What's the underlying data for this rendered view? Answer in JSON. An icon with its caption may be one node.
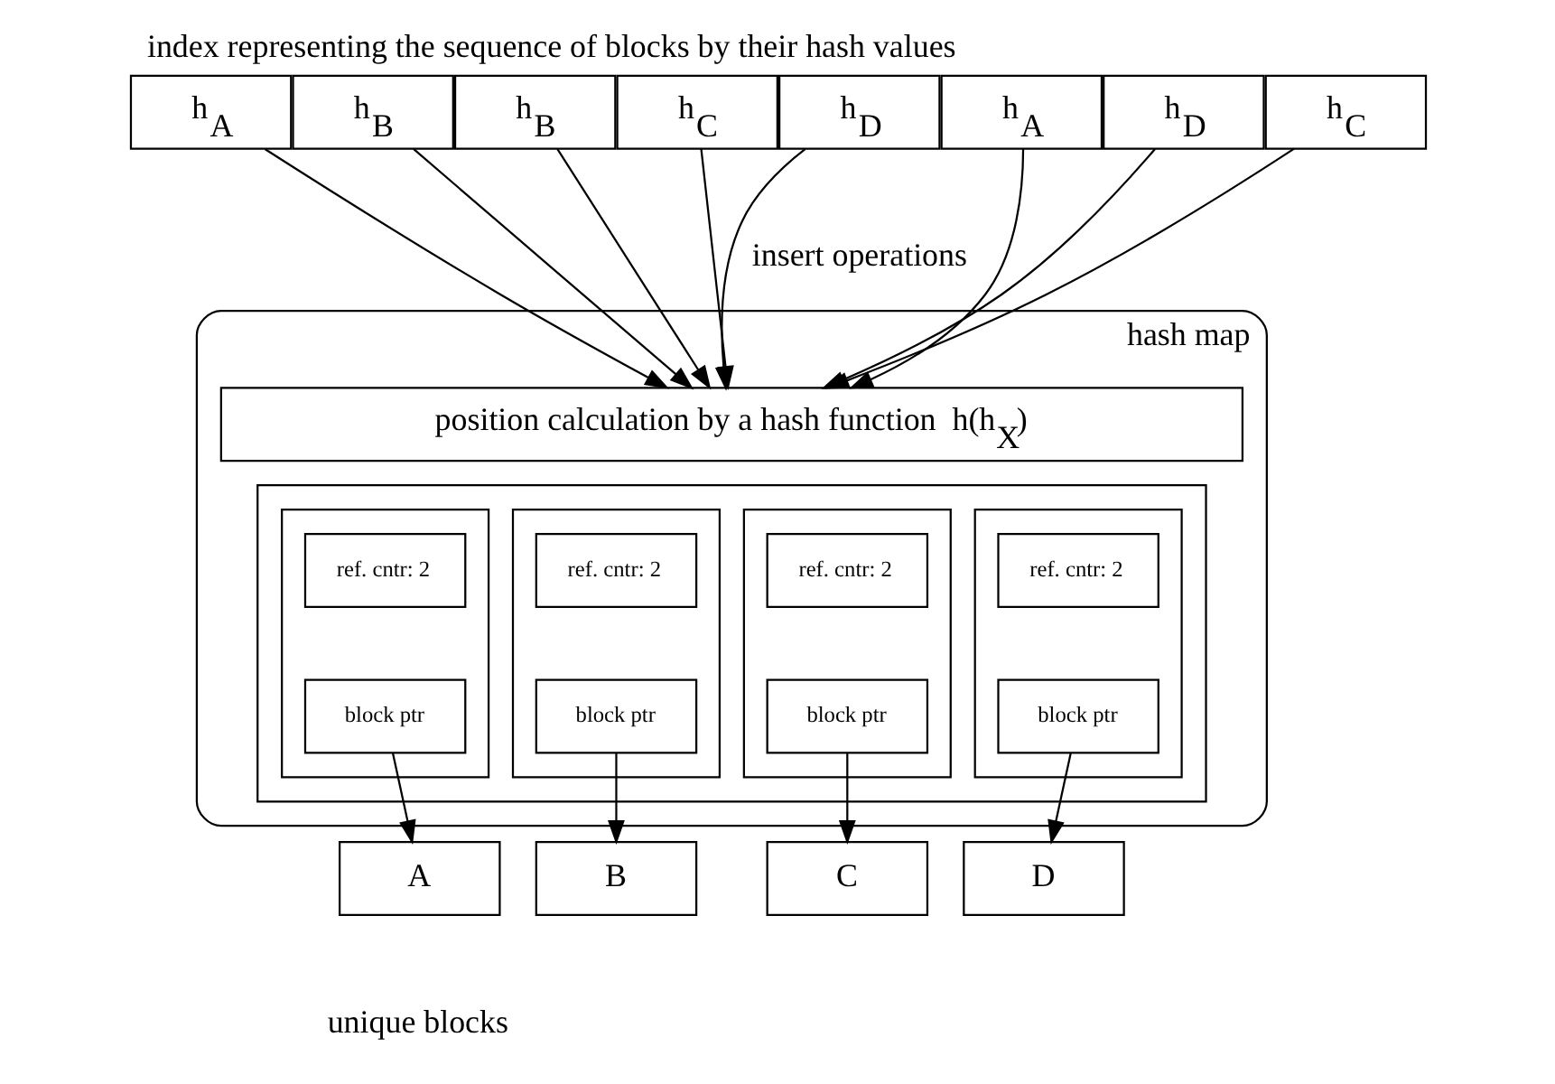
{
  "diagram": {
    "title": "index representing the sequence of blocks by their hash values",
    "nodes": [
      {
        "text": [
          "h$_{A}$"
        ]
      },
      {
        "text": [
          "h$_{B}$"
        ]
      },
      {
        "text": [
          "h$_{B}$"
        ]
      },
      {
        "text": [
          "h$_{C}$"
        ]
      },
      {
        "text": [
          "h$_{D}$"
        ]
      },
      {
        "text": [
          "h$_{A}$"
        ]
      },
      {
        "text": [
          "h$_{D}$"
        ]
      },
      {
        "text": [
          "h$_{C}$"
        ]
      },
      {
        "text": [
          "hash map"
        ]
      },
      {
        "text": [
          "position calculation by a hash function  h(h$_{X}$)"
        ],
        "in": 8
      },
      {
        "text": [],
        "shape": "box",
        "in": 8
      },
      {
        "text": [],
        "shape": "box",
        "in": 10
      },
      {
        "text": [
          "ref. cntr: 2"
        ],
        "in": 11
      },
      {
        "text": [
          "block ptr"
        ],
        "in": 11
      },
      {
        "text": [],
        "shape": "box",
        "in": 10
      },
      {
        "text": [
          "ref. cntr: 2"
        ],
        "in": 14
      },
      {
        "text": [
          "block ptr"
        ],
        "in": 14
      },
      {
        "text": [],
        "shape": "box",
        "in": 10
      },
      {
        "text": [
          "ref. cntr: 2"
        ],
        "in": 17
      },
      {
        "text": [
          "block ptr"
        ],
        "in": 17
      },
      {
        "text": [],
        "shape": "box",
        "in": 10
      },
      {
        "text": [
          "ref. cntr: 2"
        ],
        "in": 20
      },
      {
        "text": [
          "block ptr"
        ],
        "in": 20
      },
      {
        "text": [
          "A"
        ]
      },
      {
        "text": [
          "B"
        ]
      },
      {
        "text": [
          "C"
        ]
      },
      {
        "text": [
          "D"
        ]
      }
    ],
    "edges": [
      {
        "from": 0,
        "to": 9,
        "arrow": "to"
      },
      {
        "from": 1,
        "to": 9,
        "arrow": "to"
      },
      {
        "from": 2,
        "to": 9,
        "arrow": "to"
      },
      {
        "from": 3,
        "to": 9,
        "arrow": "to"
      },
      {
        "from": 4,
        "to": 9,
        "arrow": "to"
      },
      {
        "from": 5,
        "to": 9,
        "arrow": "to"
      },
      {
        "from": 6,
        "to": 9,
        "arrow": "to"
      },
      {
        "from": 7,
        "to": 9,
        "arrow": "to"
      },
      {
        "from": 13,
        "to": 23,
        "arrow": "to"
      },
      {
        "from": 16,
        "to": 26,
        "arrow": "to"
      },
      {
        "from": 19,
        "to": 24,
        "arrow": "to"
      },
      {
        "from": 22,
        "to": 25,
        "arrow": "to"
      }
    ],
    "labels": [
      "insert operations",
      "unique blocks"
    ]
  }
}
